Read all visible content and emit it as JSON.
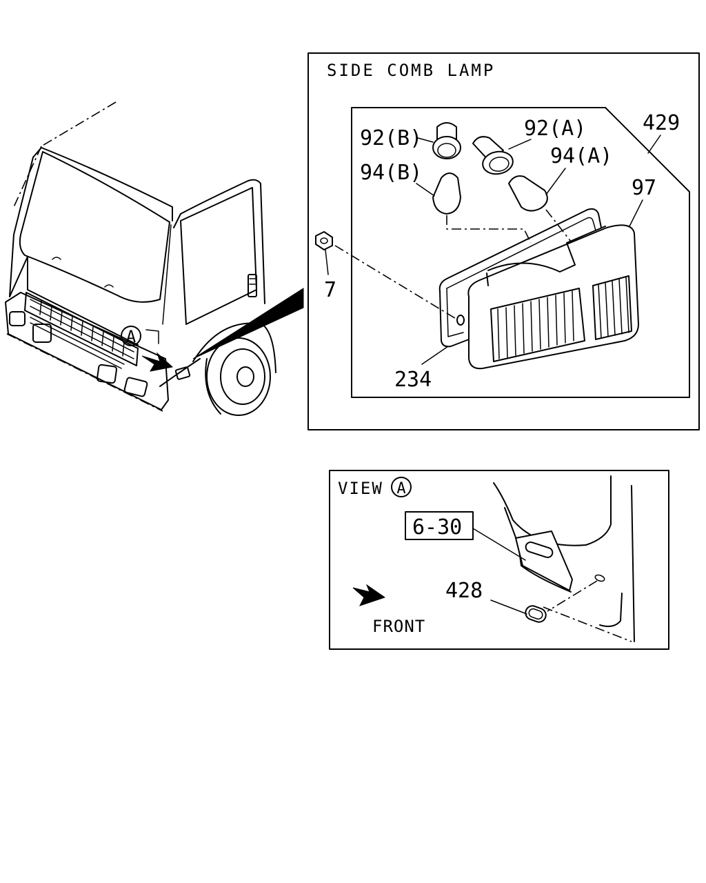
{
  "main_panel": {
    "title": "SIDE COMB LAMP",
    "callouts": {
      "c429": "429",
      "c97": "97",
      "c92b": "92(B)",
      "c92a": "92(A)",
      "c94b": "94(B)",
      "c94a": "94(A)",
      "c7": "7",
      "c234": "234"
    }
  },
  "truck_view": {
    "marker_a": "A"
  },
  "view_panel": {
    "title": "VIEW",
    "marker_a": "A",
    "ref_box": "6-30",
    "callout_428": "428",
    "front_label": "FRONT"
  }
}
